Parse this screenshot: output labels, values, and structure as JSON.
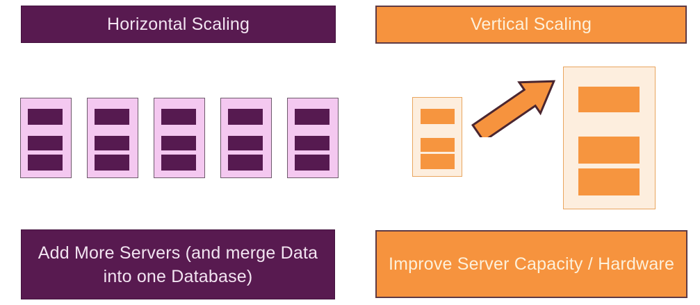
{
  "title": "Horizontal vs Vertical Scaling Diagram",
  "colors": {
    "purple": "#581a50",
    "purple_border": "#42103c",
    "purple_text": "#f2e4f1",
    "orange": "#f6933e",
    "orange_border": "#5e3a44",
    "orange_text": "#fdf0da",
    "server_body_pink": "#f4c8f0",
    "server_border_pink": "#6d5a6b",
    "server_bar_purple": "#561a50",
    "server_body_peach": "#fdeede",
    "server_border_peach": "#e9a55e",
    "server_bar_orange": "#f6953f",
    "arrow_outline": "#4a2630",
    "background": "#ffffff"
  },
  "left_panel": {
    "header": "Horizontal Scaling",
    "server_count": 5,
    "caption_lines": {
      "0": "Add More Servers (and merge Data",
      "1": "into one Database)"
    }
  },
  "right_panel": {
    "header": "Vertical Scaling",
    "caption": "Improve Server Capacity / Hardware"
  }
}
